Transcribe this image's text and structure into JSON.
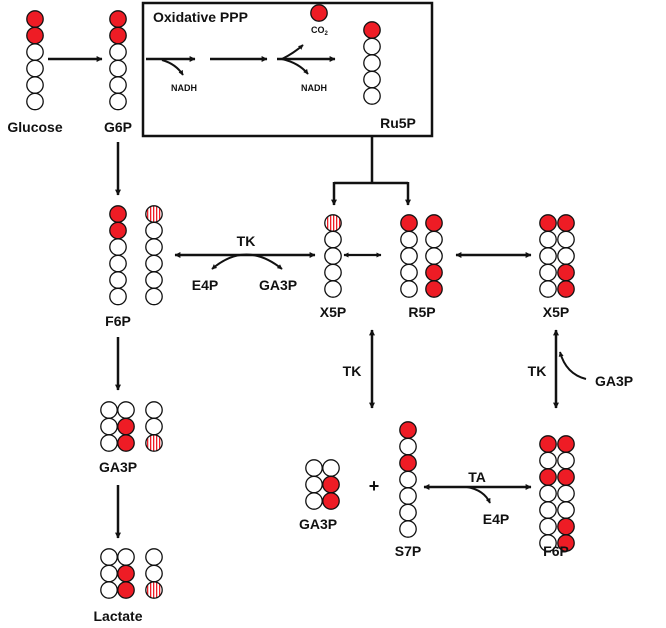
{
  "colors": {
    "labeled_carbon": "#ee1c25",
    "unlabeled_carbon": "#ffffff",
    "partial_label_stripe": "#ee1c25",
    "line": "#111111"
  },
  "box": {
    "title": "Oxidative PPP",
    "cofactor_1": "NADH",
    "cofactor_2": "NADH",
    "gas_main": "CO",
    "gas_sub": "2"
  },
  "labels": {
    "glucose": "Glucose",
    "g6p": "G6P",
    "ru5p": "Ru5P",
    "f6p_left": "F6P",
    "ga3p_left": "GA3P",
    "lactate": "Lactate",
    "tk_top": "TK",
    "e4p_top": "E4P",
    "ga3p_tk_top": "GA3P",
    "x5p_mid": "X5P",
    "r5p": "R5P",
    "x5p_right": "X5P",
    "tk_left": "TK",
    "tk_right": "TK",
    "ga3p_tk_right": "GA3P",
    "ga3p_bottom": "GA3P",
    "plus": "+",
    "s7p": "S7P",
    "ta": "TA",
    "e4p_bottom": "E4P",
    "f6p_right": "F6P"
  },
  "molecules": [
    {
      "id": "glucose",
      "carbons": [
        "red",
        "red",
        "white",
        "white",
        "white",
        "white"
      ]
    },
    {
      "id": "g6p",
      "carbons": [
        "red",
        "red",
        "white",
        "white",
        "white",
        "white"
      ]
    },
    {
      "id": "ru5p",
      "carbons": [
        "red",
        "white",
        "white",
        "white",
        "white"
      ]
    },
    {
      "id": "f6p-a",
      "carbons": [
        "red",
        "red",
        "white",
        "white",
        "white",
        "white"
      ]
    },
    {
      "id": "f6p-b",
      "carbons": [
        "stripe",
        "white",
        "white",
        "white",
        "white",
        "white"
      ]
    },
    {
      "id": "ga3p-left-a",
      "carbons": [
        "white",
        "white",
        "white"
      ]
    },
    {
      "id": "ga3p-left-b",
      "carbons": [
        "white",
        "red",
        "red"
      ]
    },
    {
      "id": "ga3p-left-c",
      "carbons": [
        "white",
        "white",
        "stripe"
      ]
    },
    {
      "id": "lactate-a",
      "carbons": [
        "white",
        "white",
        "white"
      ]
    },
    {
      "id": "lactate-b",
      "carbons": [
        "white",
        "red",
        "red"
      ]
    },
    {
      "id": "lactate-c",
      "carbons": [
        "white",
        "white",
        "stripe"
      ]
    },
    {
      "id": "x5p-mid",
      "carbons": [
        "stripe",
        "white",
        "white",
        "white",
        "white"
      ]
    },
    {
      "id": "r5p-a",
      "carbons": [
        "red",
        "white",
        "white",
        "white",
        "white"
      ]
    },
    {
      "id": "r5p-b",
      "carbons": [
        "red",
        "white",
        "white",
        "red",
        "red"
      ]
    },
    {
      "id": "x5p-right-a",
      "carbons": [
        "red",
        "white",
        "white",
        "white",
        "white"
      ]
    },
    {
      "id": "x5p-right-b",
      "carbons": [
        "red",
        "white",
        "white",
        "red",
        "red"
      ]
    },
    {
      "id": "ga3p-bottom-a",
      "carbons": [
        "white",
        "white",
        "white"
      ]
    },
    {
      "id": "ga3p-bottom-b",
      "carbons": [
        "white",
        "red",
        "red"
      ]
    },
    {
      "id": "s7p",
      "carbons": [
        "red",
        "white",
        "red",
        "white",
        "white",
        "white",
        "white"
      ]
    },
    {
      "id": "f6p-right-a",
      "carbons": [
        "red",
        "white",
        "red",
        "white",
        "white",
        "white",
        "white"
      ]
    },
    {
      "id": "f6p-right-b",
      "carbons": [
        "red",
        "white",
        "red",
        "white",
        "white",
        "red",
        "red"
      ]
    },
    {
      "id": "co2",
      "carbons": [
        "red"
      ]
    }
  ]
}
